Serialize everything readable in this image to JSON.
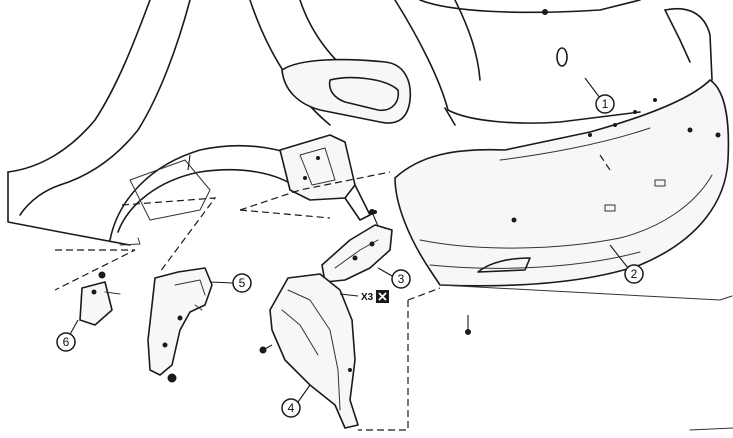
{
  "callouts": [
    {
      "id": "callout-1",
      "label": "1"
    },
    {
      "id": "callout-2",
      "label": "2"
    },
    {
      "id": "callout-3",
      "label": "3"
    },
    {
      "id": "callout-4",
      "label": "4"
    },
    {
      "id": "callout-5",
      "label": "5"
    },
    {
      "id": "callout-6",
      "label": "6"
    }
  ],
  "quantity_note": "X3",
  "icons": {
    "quantity_box": "x-box-icon"
  }
}
